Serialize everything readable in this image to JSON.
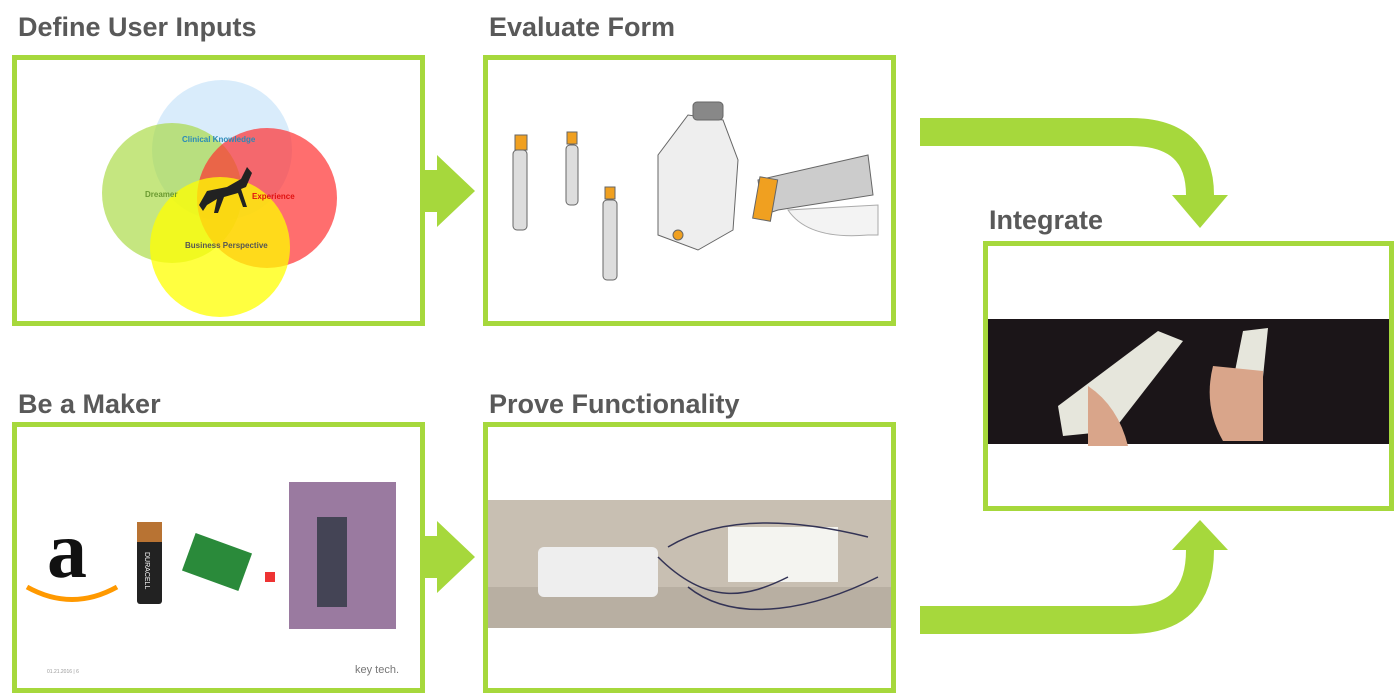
{
  "colors": {
    "accent": "#a6d83c",
    "title": "#595959"
  },
  "sections": {
    "define": {
      "title": "Define User Inputs",
      "venn": {
        "top": "Clinical Knowledge",
        "left": "Dreamer",
        "right": "Experience",
        "bottom": "Business Perspective"
      }
    },
    "evaluate": {
      "title": "Evaluate Form"
    },
    "maker": {
      "title": "Be a Maker",
      "footer_date": "01.21.2016 | 6",
      "footer_logo": "key tech.",
      "battery_brand": "DURACELL"
    },
    "prove": {
      "title": "Prove Functionality"
    },
    "integrate": {
      "title": "Integrate"
    }
  }
}
